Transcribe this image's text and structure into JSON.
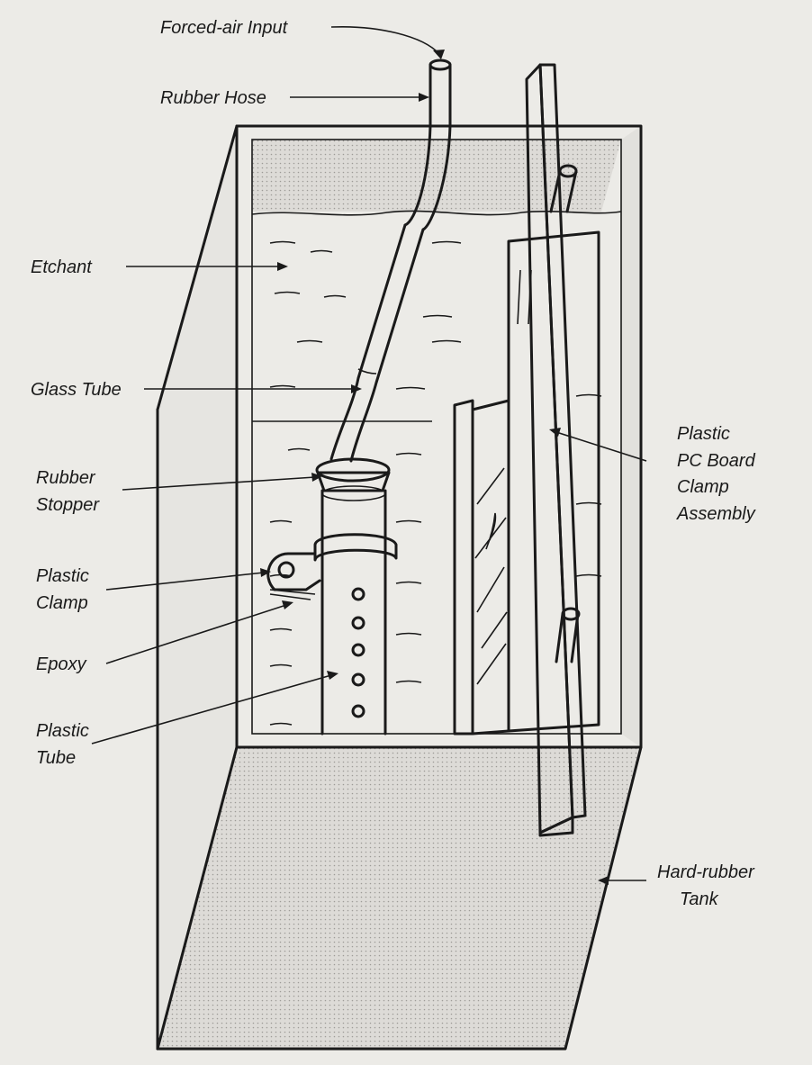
{
  "labels": {
    "forced_air_input": "Forced-air Input",
    "rubber_hose": "Rubber Hose",
    "etchant": "Etchant",
    "glass_tube": "Glass Tube",
    "rubber_stopper_1": "Rubber",
    "rubber_stopper_2": "Stopper",
    "plastic_clamp_1": "Plastic",
    "plastic_clamp_2": "Clamp",
    "epoxy": "Epoxy",
    "plastic_tube_1": "Plastic",
    "plastic_tube_2": "Tube",
    "pc_board_clamp_1": "Plastic",
    "pc_board_clamp_2": "PC Board",
    "pc_board_clamp_3": "Clamp",
    "pc_board_clamp_4": "Assembly",
    "tank_1": "Hard-rubber",
    "tank_2": "Tank"
  },
  "colors": {
    "paper": "#ecebe7",
    "ink": "#1a1a1a",
    "shade": "#d6d4d0"
  }
}
